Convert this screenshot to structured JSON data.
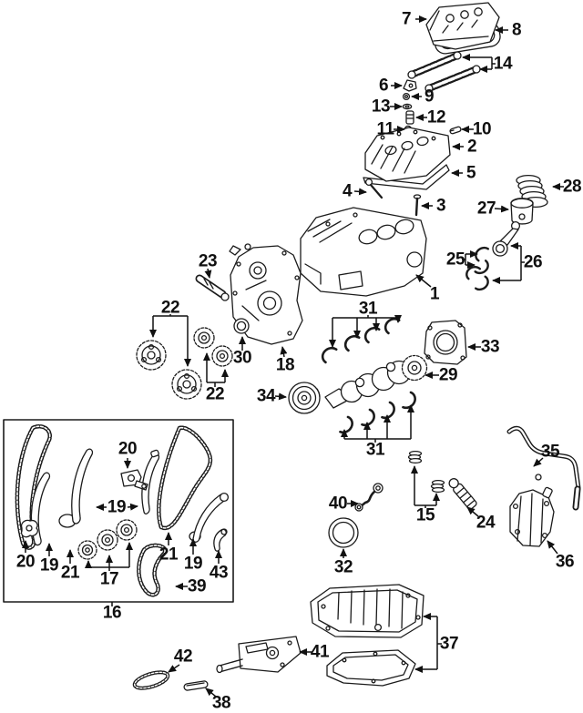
{
  "colors": {
    "background": "#ffffff",
    "ink": "#1b1b1b"
  },
  "callouts": {
    "n1": "1",
    "n2": "2",
    "n3": "3",
    "n4": "4",
    "n5": "5",
    "n6": "6",
    "n7": "7",
    "n8": "8",
    "n9": "9",
    "n10": "10",
    "n11": "11",
    "n12": "12",
    "n13": "13",
    "n14": "14",
    "n15": "15",
    "n16": "16",
    "n17": "17",
    "n18": "18",
    "n19a": "19",
    "n19b": "19",
    "n19c": "19",
    "n20a": "20",
    "n20b": "20",
    "n21a": "21",
    "n21b": "21",
    "n22a": "22",
    "n22b": "22",
    "n23": "23",
    "n24": "24",
    "n25": "25",
    "n26": "26",
    "n27": "27",
    "n28": "28",
    "n29": "29",
    "n30": "30",
    "n31a": "31",
    "n31b": "31",
    "n32": "32",
    "n33": "33",
    "n34": "34",
    "n35": "35",
    "n36": "36",
    "n37": "37",
    "n38": "38",
    "n39": "39",
    "n40": "40",
    "n41": "41",
    "n42": "42",
    "n43": "43"
  }
}
